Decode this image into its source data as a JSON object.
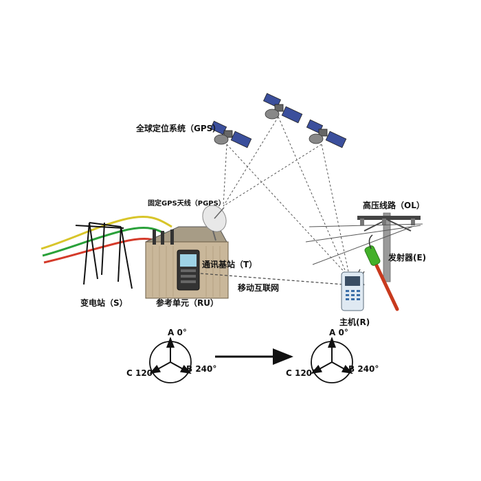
{
  "labels": {
    "gps": "全球定位系统（GPS）",
    "pgps": "固定GPS天线（PGPS）",
    "base_station": "通讯基站（T）",
    "mobile_internet": "移动互联网",
    "reference_unit": "参考单元（RU）",
    "substation": "变电站（S）",
    "overhead_line": "高压线路（OL）",
    "transmitter": "发射器(E)",
    "host": "主机(R)"
  },
  "phasors": {
    "left": {
      "a": "A 0°",
      "b": "B 240°",
      "c": "C 120°"
    },
    "right": {
      "a": "A 0°",
      "b": "B 240°",
      "c": "C 120°"
    }
  },
  "colors": {
    "wire_yellow": "#d8c52a",
    "wire_green": "#2aa13a",
    "wire_red": "#d43a2a",
    "dashed_link": "#444444",
    "satellite_panel": "#3b4f9c",
    "transmitter_pole": "#c83a1e",
    "transmitter_head": "#43b02a",
    "building": "#c9b79a"
  }
}
